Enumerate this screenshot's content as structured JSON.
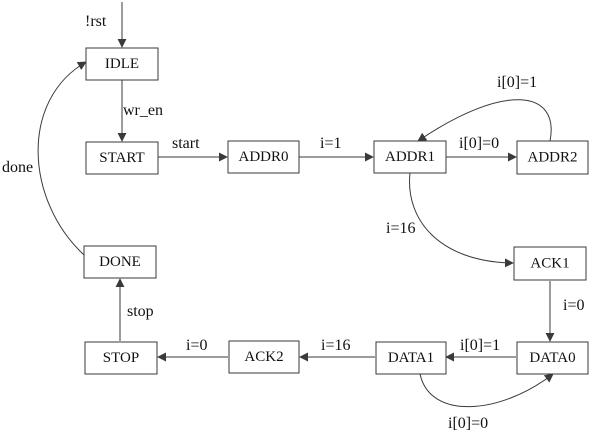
{
  "states": {
    "idle": "IDLE",
    "start": "START",
    "addr0": "ADDR0",
    "addr1": "ADDR1",
    "addr2": "ADDR2",
    "ack1": "ACK1",
    "data0": "DATA0",
    "data1": "DATA1",
    "ack2": "ACK2",
    "stop": "STOP",
    "done": "DONE"
  },
  "transitions": {
    "reset": "!rst",
    "idle_to_start": "wr_en",
    "start_to_addr0": "start",
    "addr0_to_addr1": "i=1",
    "addr1_to_addr2": "i[0]=0",
    "addr2_to_addr1": "i[0]=1",
    "addr1_to_ack1": "i=16",
    "ack1_to_data0": "i=0",
    "data0_to_data1": "i[0]=1",
    "data1_to_data0": "i[0]=0",
    "data1_to_ack2": "i=16",
    "ack2_to_stop": "i=0",
    "stop_to_done": "stop",
    "done_to_idle": "done"
  },
  "colors": {
    "stroke": "#3a3a3a",
    "text": "#111111",
    "background": "#ffffff"
  }
}
